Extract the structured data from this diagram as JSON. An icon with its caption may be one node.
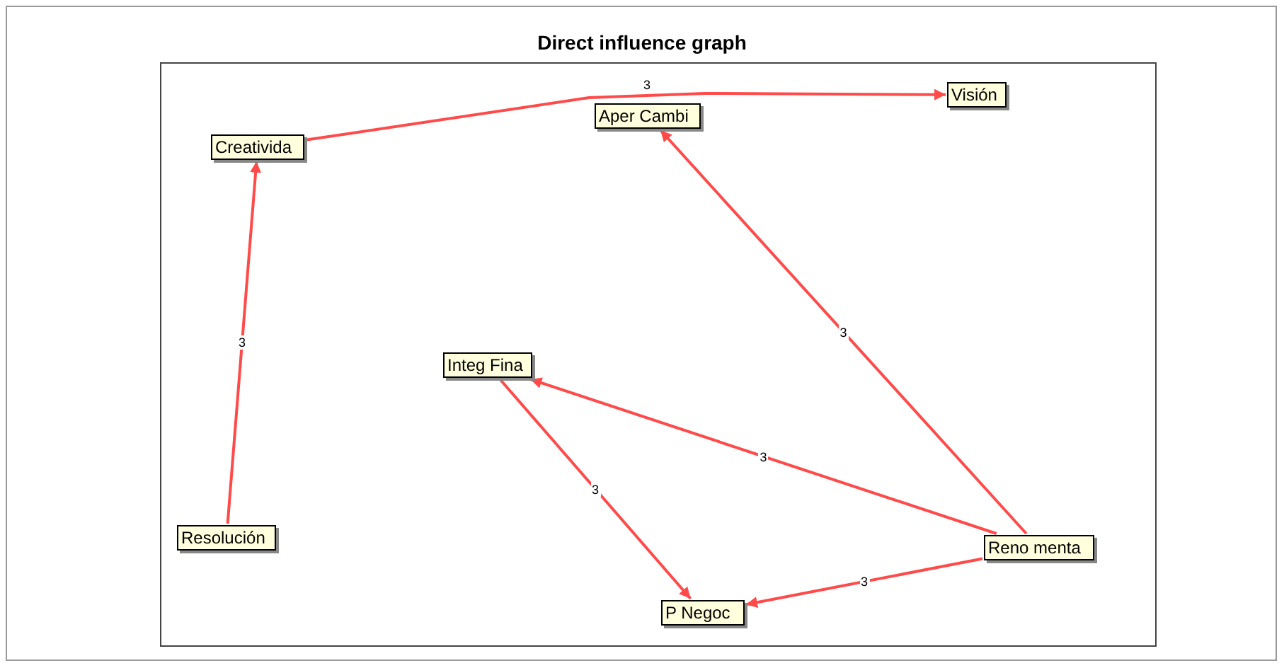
{
  "diagram": {
    "title": "Direct influence graph",
    "nodes": [
      {
        "text": [
          "Visión"
        ]
      },
      {
        "text": [
          "Aper Cambi"
        ]
      },
      {
        "text": [
          "Creativida"
        ]
      },
      {
        "text": [
          "Integ Fina"
        ]
      },
      {
        "text": [
          "Resolución"
        ]
      },
      {
        "text": [
          "Reno menta"
        ]
      },
      {
        "text": [
          "P Negoc"
        ]
      }
    ],
    "edges": [
      {
        "from": 2,
        "to": 0,
        "arrow": "to",
        "label": "3"
      },
      {
        "from": 4,
        "to": 2,
        "arrow": "to",
        "label": "3"
      },
      {
        "from": 5,
        "to": 1,
        "arrow": "to",
        "label": "3"
      },
      {
        "from": 5,
        "to": 3,
        "arrow": "to",
        "label": "3"
      },
      {
        "from": 3,
        "to": 6,
        "arrow": "to",
        "label": "3"
      },
      {
        "from": 5,
        "to": 6,
        "arrow": "to",
        "label": "3"
      }
    ]
  }
}
